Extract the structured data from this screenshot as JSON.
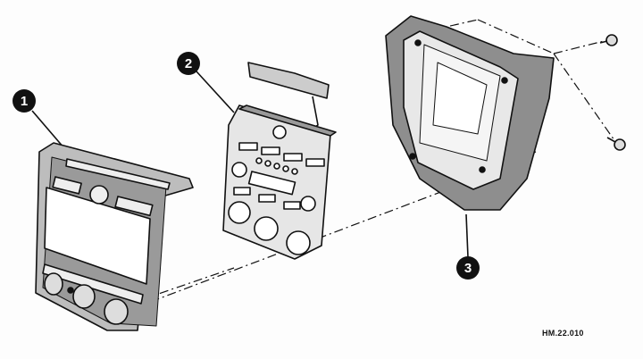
{
  "figure": {
    "code": "HM.22.010",
    "callouts": [
      "1",
      "2",
      "3"
    ],
    "parts": [
      "trim-bezel",
      "radio-climate-control-unit",
      "mounting-bracket-housing",
      "screws"
    ]
  }
}
